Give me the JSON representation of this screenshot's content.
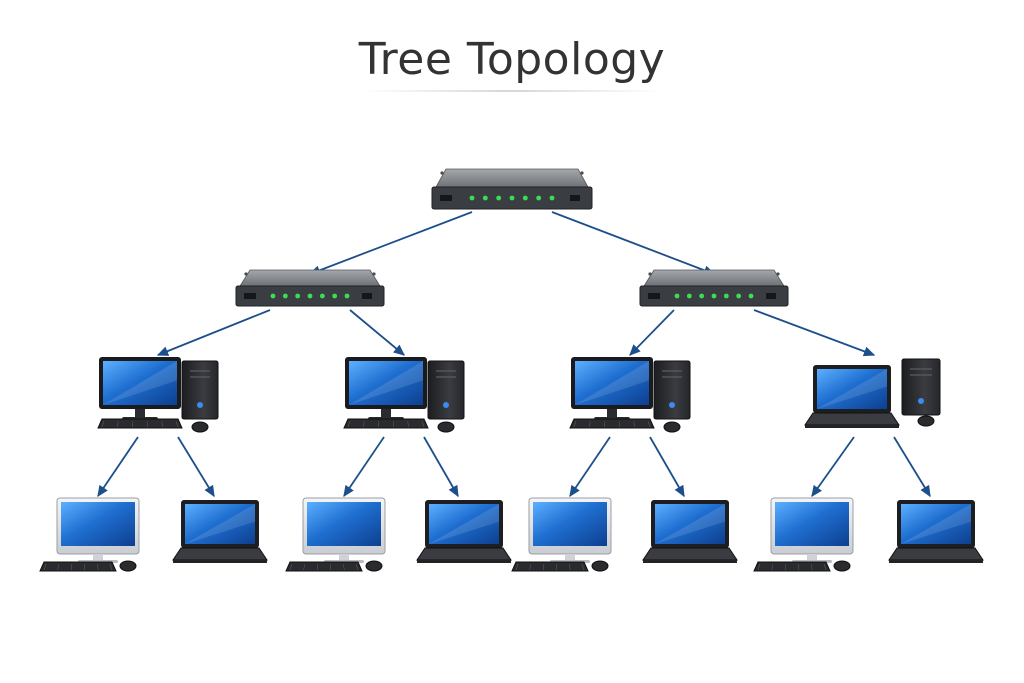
{
  "title": "Tree Topology",
  "colors": {
    "link": "#1d4f8a",
    "switch_body": "#3a3d42",
    "switch_top": "#8a8d92",
    "led": "#3ddc55",
    "screen": "#1f6fd1",
    "device_dark": "#2b2d31"
  },
  "nodes": [
    {
      "id": "root",
      "kind": "switch",
      "parent": null
    },
    {
      "id": "sw-left",
      "kind": "switch",
      "parent": "root"
    },
    {
      "id": "sw-right",
      "kind": "switch",
      "parent": "root"
    },
    {
      "id": "pc-1",
      "kind": "desktop",
      "parent": "sw-left"
    },
    {
      "id": "pc-2",
      "kind": "desktop",
      "parent": "sw-left"
    },
    {
      "id": "pc-3",
      "kind": "desktop",
      "parent": "sw-right"
    },
    {
      "id": "pc-4",
      "kind": "laptop-tower",
      "parent": "sw-right"
    },
    {
      "id": "leaf-1",
      "kind": "monitor",
      "parent": "pc-1"
    },
    {
      "id": "leaf-2",
      "kind": "laptop",
      "parent": "pc-1"
    },
    {
      "id": "leaf-3",
      "kind": "monitor",
      "parent": "pc-2"
    },
    {
      "id": "leaf-4",
      "kind": "laptop",
      "parent": "pc-2"
    },
    {
      "id": "leaf-5",
      "kind": "monitor",
      "parent": "pc-3"
    },
    {
      "id": "leaf-6",
      "kind": "laptop",
      "parent": "pc-3"
    },
    {
      "id": "leaf-7",
      "kind": "monitor",
      "parent": "pc-4"
    },
    {
      "id": "leaf-8",
      "kind": "laptop",
      "parent": "pc-4"
    }
  ]
}
